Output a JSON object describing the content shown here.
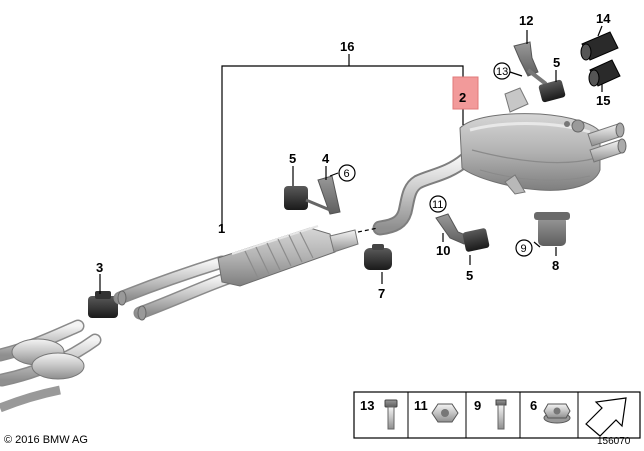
{
  "diagram": {
    "copyright": "© 2016 BMW AG",
    "diagram_id": "156070",
    "highlight_color": "#f29a9a",
    "callouts": {
      "n1": "1",
      "n2": "2",
      "n3": "3",
      "n4": "4",
      "n5a": "5",
      "n5b": "5",
      "n5c": "5",
      "n6": "6",
      "n7": "7",
      "n8": "8",
      "n9": "9",
      "n10": "10",
      "n11": "11",
      "n12": "12",
      "n13": "13",
      "n14": "14",
      "n15": "15",
      "n16": "16"
    },
    "legend": {
      "item13": "13",
      "item11": "11",
      "item9": "9",
      "item6": "6"
    }
  }
}
